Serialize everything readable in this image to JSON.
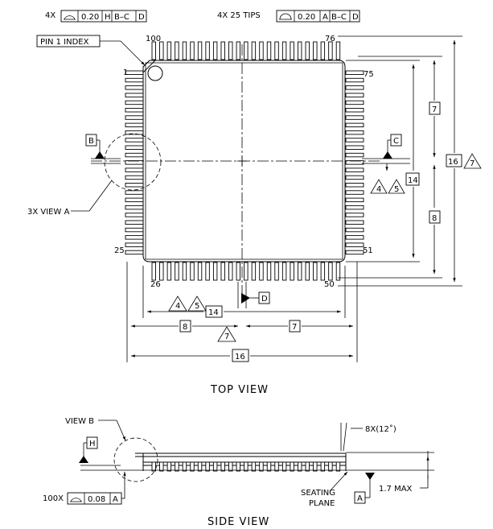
{
  "fcf_top_left": {
    "count": "4X",
    "tolerance": "0.20",
    "datum1": "H",
    "datum2": "B–C",
    "datum3": "D"
  },
  "fcf_top_right": {
    "count": "4X 25 TIPS",
    "tolerance": "0.20",
    "datum1": "A",
    "datum2": "B–C",
    "datum3": "D"
  },
  "pin1_index": "PIN 1 INDEX",
  "pin_numbers": {
    "p100": "100",
    "p76": "76",
    "p1": "1",
    "p75": "75",
    "p25": "25",
    "p51": "51",
    "p26": "26",
    "p50": "50"
  },
  "datums": {
    "b": "B",
    "c": "C",
    "d": "D",
    "h": "H",
    "a": "A"
  },
  "view_a": "3X VIEW A",
  "view_b": "VIEW B",
  "dims": {
    "body_14": "14",
    "half_7": "7",
    "half_8": "8",
    "overall_16": "16",
    "note_4": "4",
    "note_5": "5",
    "note_7": "7",
    "angle": "8X(12˚)",
    "max_height": "1.7 MAX"
  },
  "fcf_bottom": {
    "count": "100X",
    "tolerance": "0.08",
    "datum": "A"
  },
  "seating_plane": [
    "SEATING",
    "PLANE"
  ],
  "top_view_label": "TOP VIEW",
  "side_view_label": "SIDE VIEW",
  "icons": [
    "profile-tolerance-icon",
    "datum-triangle-icon",
    "note-triangle-icon"
  ]
}
